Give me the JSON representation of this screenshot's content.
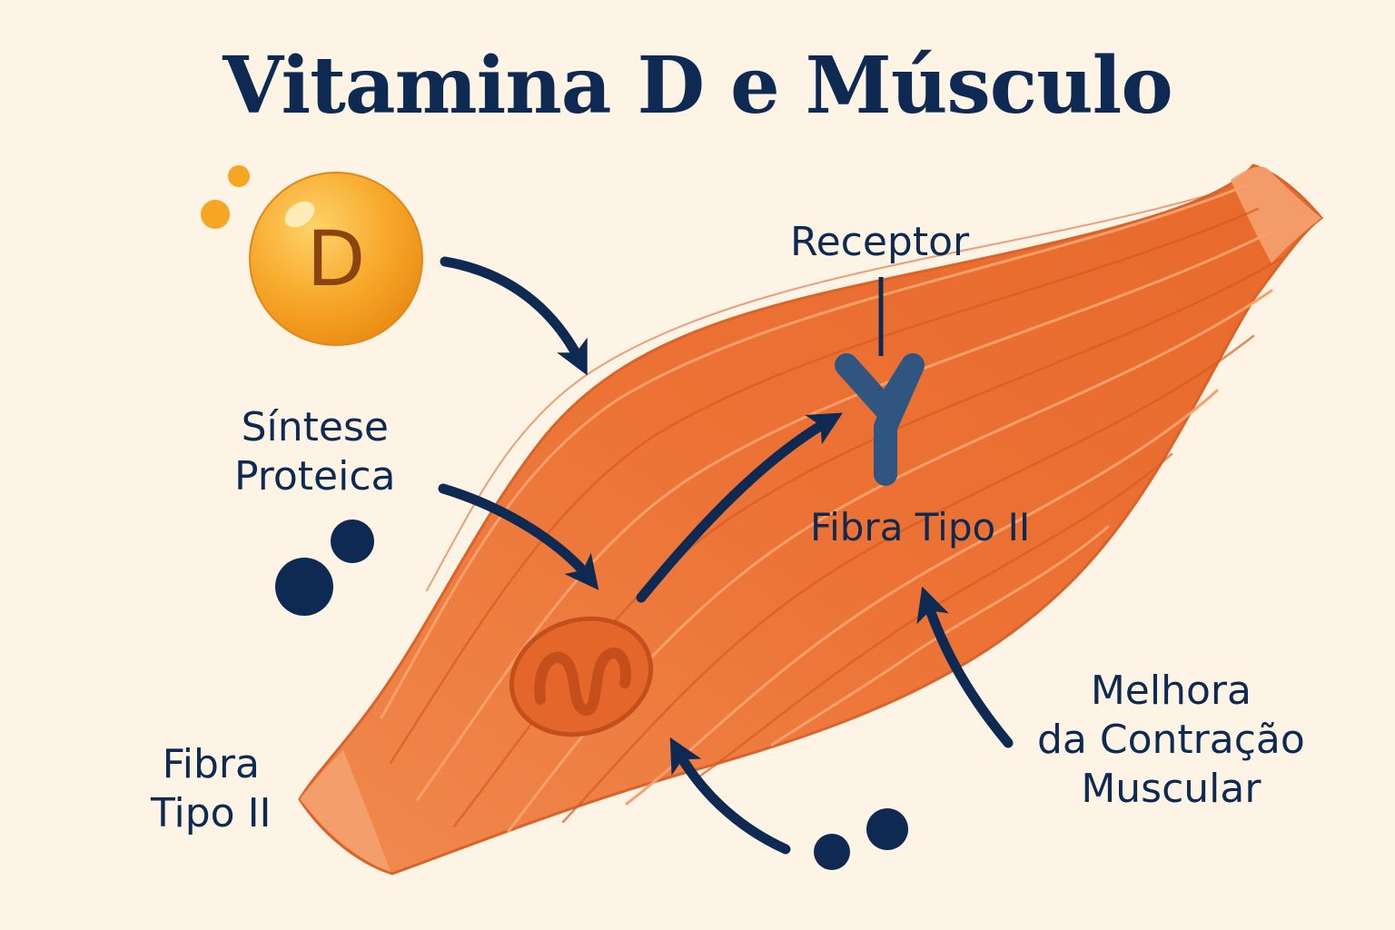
{
  "title": "Vitamina D e Músculo",
  "vitamin_badge": {
    "letter": "D"
  },
  "labels": {
    "receptor": "Receptor",
    "fiber_inside": "Fibra Tipo II",
    "synthesis": [
      "Síntese",
      "Proteica"
    ],
    "fiber_left": [
      "Fibra",
      "Tipo II"
    ],
    "contraction": [
      "Melhora",
      "da Contração",
      "Muscular"
    ]
  },
  "colors": {
    "background": "#fdf4e6",
    "navy": "#0f2a52",
    "muscle": "#ec7235",
    "muscle_light": "#f59a63",
    "muscle_dark": "#c95420",
    "vitamin": "#f5a623",
    "receptor": "#2f5580"
  }
}
